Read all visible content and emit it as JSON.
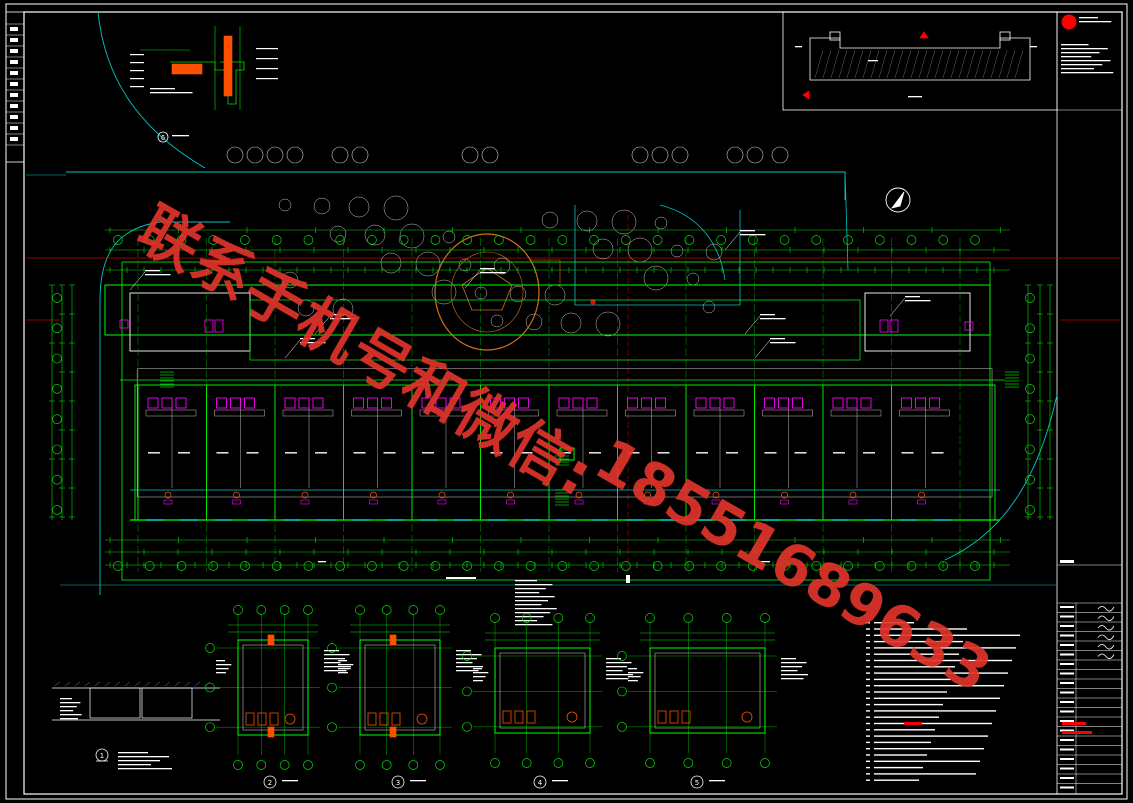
{
  "drawing": {
    "watermark_text": "联系手机号和微信:",
    "watermark_phone": "18551689633"
  },
  "colors": {
    "background": "#000000",
    "frame": "#ffffff",
    "wall": "#00ff00",
    "dimension": "#00e000",
    "road": "#00c8c8",
    "axis": "#c00000",
    "text": "#ffffff",
    "trees": "#c8c8c8",
    "plaza": "#d07020",
    "fixture": "#ff00ff",
    "detail": "#ff5000",
    "stamp": "#ff0000",
    "watermark": "#e0352b"
  },
  "grid_bubbles": {
    "top_count": 28,
    "bottom_count": 28,
    "left_count": 8,
    "right_count": 8
  },
  "unit_count": 12,
  "detail_views": {
    "count": 5,
    "numbers": [
      "1",
      "2",
      "3",
      "4",
      "5"
    ],
    "detail_6_number": "6"
  },
  "north_arrow_icon": "north-arrow-icon",
  "company_logo_icon": "company-logo-icon"
}
